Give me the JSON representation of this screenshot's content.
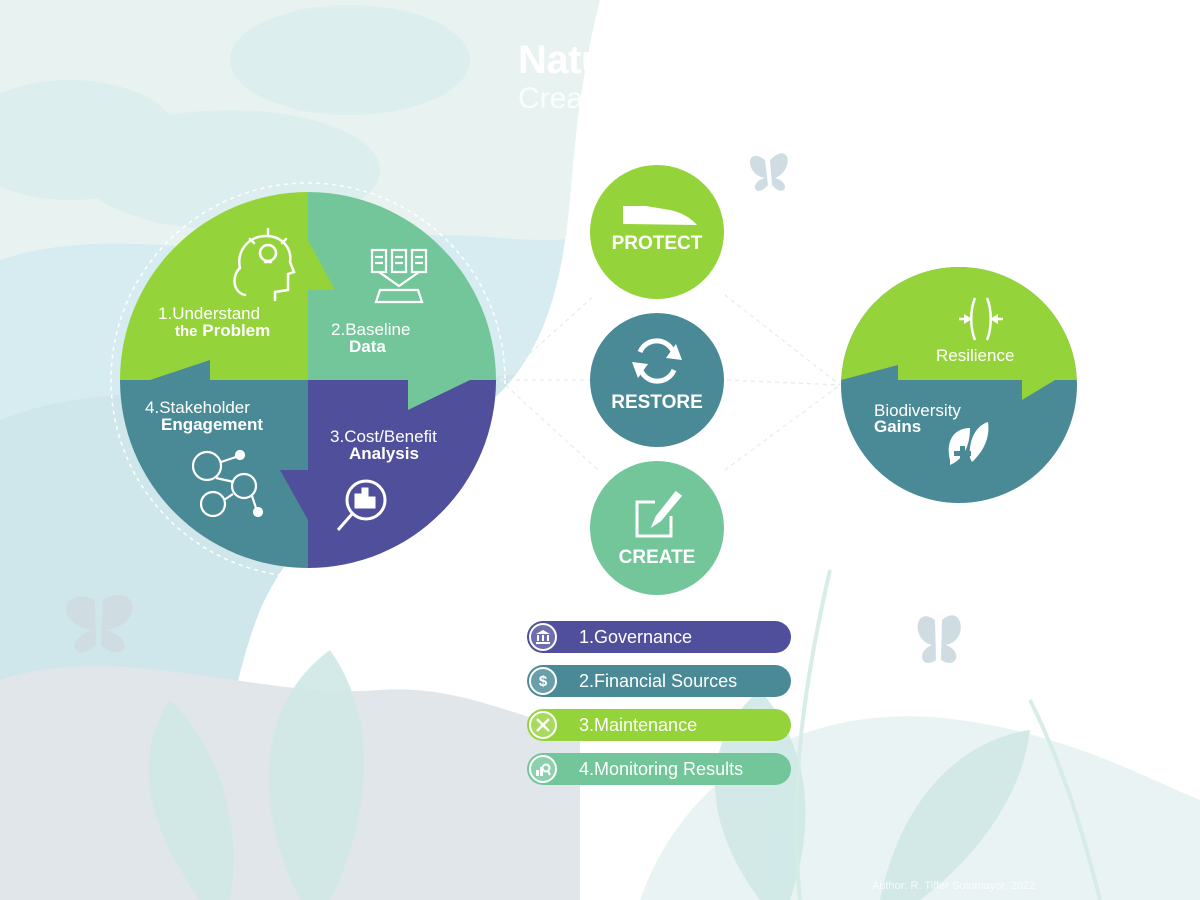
{
  "title": {
    "main": "Nature Based Solutions",
    "subtitle": "Creating benefits to Biodiversity"
  },
  "cycle": [
    {
      "number": "1.",
      "line1": "Understand",
      "line2_light": "the",
      "line2_bold": "Problem",
      "icon": "head-lightbulb-icon",
      "color": "#95d33a"
    },
    {
      "number": "2.",
      "line1": "Baseline",
      "line2_bold": "Data",
      "icon": "documents-tray-icon",
      "color": "#73c69a"
    },
    {
      "number": "3.",
      "line1": "Cost/Benefit",
      "line2_bold": "Analysis",
      "icon": "magnifier-chart-icon",
      "color": "#4f4f9b"
    },
    {
      "number": "4.",
      "line1": "Stakeholder",
      "line2_bold": "Engagement",
      "icon": "network-people-icon",
      "color": "#4a8a96"
    }
  ],
  "actions": [
    {
      "label": "PROTECT",
      "icon": "hand-icon",
      "color": "#95d33a"
    },
    {
      "label": "RESTORE",
      "icon": "refresh-arrows-icon",
      "color": "#4a8a96"
    },
    {
      "label": "CREATE",
      "icon": "edit-square-icon",
      "color": "#73c69a"
    }
  ],
  "outcomes": {
    "top": {
      "label": "Resilience",
      "icon": "compress-arrows-icon",
      "color": "#95d33a"
    },
    "bottom": {
      "line1": "Biodiversity",
      "line2": "Gains",
      "icon": "leaf-plus-icon",
      "color": "#4a8a96"
    }
  },
  "enablers": [
    {
      "label": "1.Governance",
      "icon": "bank-icon",
      "color": "#4f4f9b"
    },
    {
      "label": "2.Financial Sources",
      "icon": "dollar-icon",
      "color": "#4a8a96"
    },
    {
      "label": "3.Maintenance",
      "icon": "tools-icon",
      "color": "#95d33a"
    },
    {
      "label": "4.Monitoring Results",
      "icon": "chart-magnifier-icon",
      "color": "#73c69a"
    }
  ],
  "author": "Author: R. Tiffer Sotomayor, 2022"
}
